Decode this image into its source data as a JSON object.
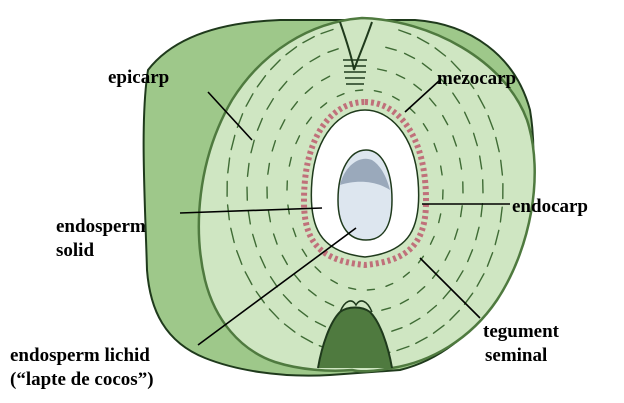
{
  "colors": {
    "skin": "#9ec88a",
    "skin_dark": "#4f7a3f",
    "flesh": "#cfe6c2",
    "flesh_line": "#3f6b35",
    "outline": "#1f3a1c",
    "cavity": "#ffffff",
    "endocarp_dots": "#c0707a",
    "leader": "#000000"
  },
  "labels": {
    "epicarp": "epicarp",
    "mezocarp": "mezocarp",
    "endocarp": "endocarp",
    "endosperm_solid_line1": "endosperm",
    "endosperm_solid_line2": "solid",
    "endosperm_lichid_line1": "endosperm lichid",
    "endosperm_lichid_line2": "(“lapte de cocos”)",
    "tegument_line1": "tegument",
    "tegument_line2": "seminal"
  }
}
